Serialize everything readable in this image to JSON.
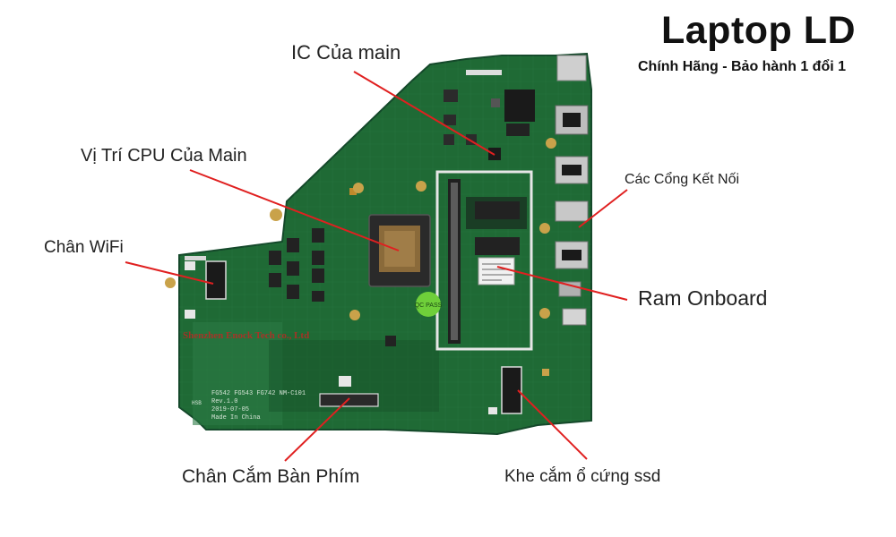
{
  "brand": {
    "title": "Laptop LD",
    "subtitle": "Chính Hãng - Bảo hành 1 đổi 1"
  },
  "labels": {
    "ic_main": "IC Của main",
    "cpu": "Vị Trí CPU Của Main",
    "wifi": "Chân WiFi",
    "ports": "Các Cổng Kết Nối",
    "ram": "Ram Onboard",
    "keyboard": "Chân Cắm Bàn Phím",
    "ssd": "Khe cắm ổ cứng ssd"
  },
  "board": {
    "watermark": "Shenzhen Enock Tech co., Ltd",
    "silk_model": "FG542 FG543 FG742 NM-C101",
    "silk_rev": "Rev.1.0",
    "silk_date": "2019-07-05",
    "silk_origin": "Made In China",
    "qc_sticker": "QC PASS",
    "hsb_mark": "HSB"
  },
  "colors": {
    "board": "#1f6a35",
    "board_dark": "#174f27",
    "leader_line": "#e02020",
    "accent_text": "#111111",
    "watermark": "#d02020",
    "qc_sticker": "#6fcf3a"
  }
}
